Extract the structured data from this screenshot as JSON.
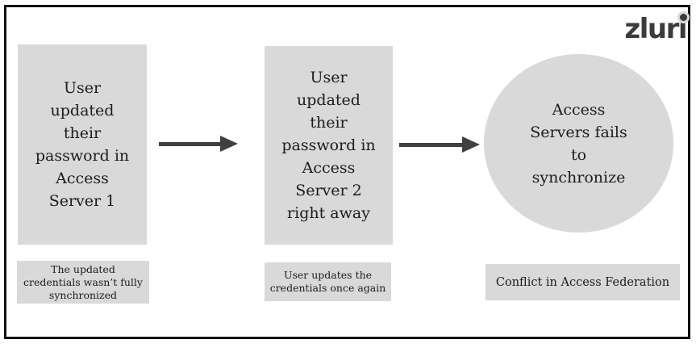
{
  "brand": {
    "logo_text": "zluri"
  },
  "colors": {
    "background": "#ffffff",
    "frame_border": "#111111",
    "shape_fill": "#d9d9d9",
    "text": "#1c1c1c",
    "arrow": "#404040",
    "logo": "#3b3b3b"
  },
  "diagram": {
    "steps": [
      {
        "shape": "rectangle",
        "label": "User\nupdated\ntheir\npassword in\nAccess\nServer 1",
        "caption": "The updated\ncredentials wasn’t fully\nsynchronized"
      },
      {
        "shape": "rectangle",
        "label": "User\nupdated\ntheir\npassword in\nAccess\nServer 2\nright away",
        "caption": "User updates the\ncredentials once again"
      },
      {
        "shape": "circle",
        "label": "Access\nServers fails\nto\nsynchronize",
        "caption": "Conflict in Access Federation"
      }
    ]
  }
}
